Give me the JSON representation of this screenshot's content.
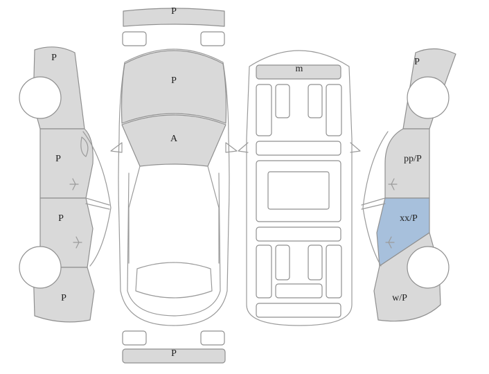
{
  "colors": {
    "panel_marked": "#d9d9d9",
    "panel_highlight": "#a7c0dc",
    "outline": "#8f8f8f",
    "background": "#ffffff"
  },
  "labels": {
    "front_bumper": "P",
    "rear_bumper": "P",
    "hood": "P",
    "windshield": "A",
    "roof": "m",
    "left_front_fender": "P",
    "left_front_door": "P",
    "left_rear_door": "P",
    "left_rear_quarter": "P",
    "right_front_fender": "P",
    "right_front_door": "pp/P",
    "right_rear_door": "xx/P",
    "right_rear_quarter": "w/P"
  }
}
